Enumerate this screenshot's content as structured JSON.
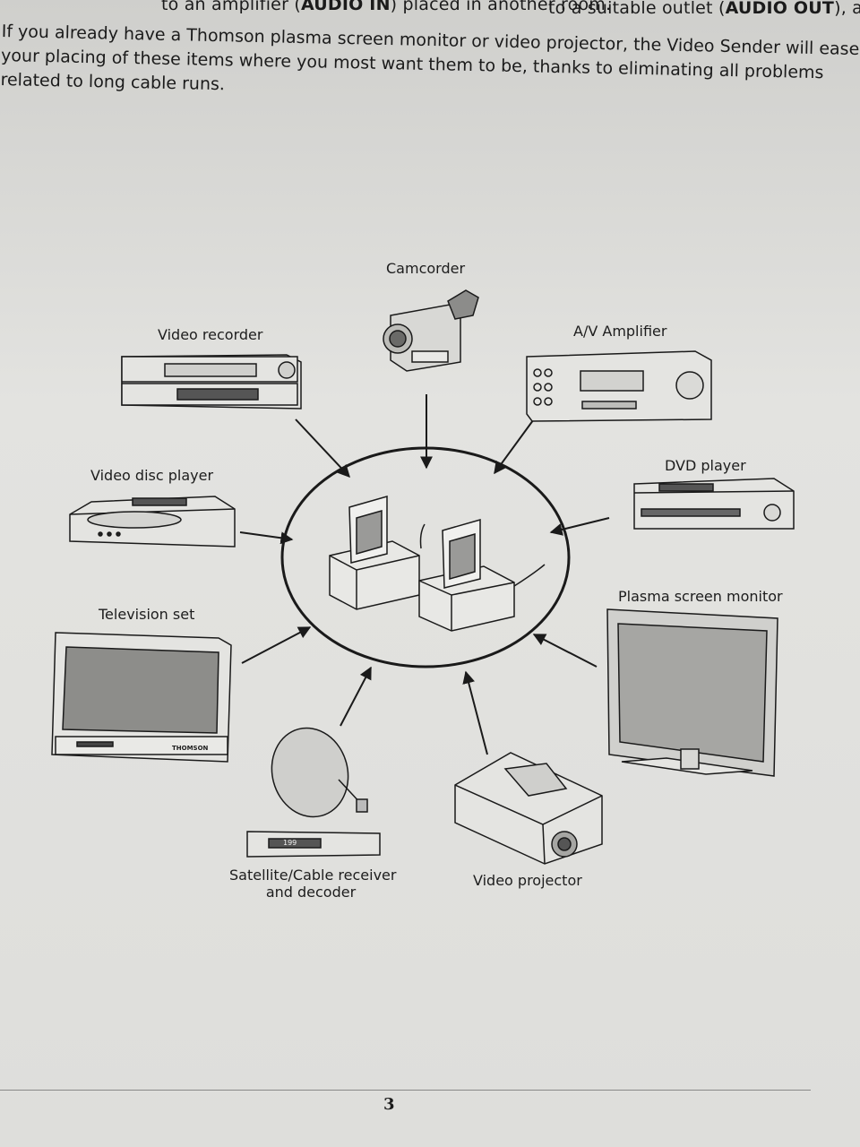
{
  "header": {
    "line1_pre": "to an amplifier (",
    "line1_audio_in": "AUDIO IN",
    "line1_mid": ") placed in another room.",
    "line1_right": "to a suitable outlet (",
    "line1_audio_out": "AUDIO OUT",
    "line1_end": "), and"
  },
  "paragraph": {
    "l1": "If you already have a Thomson plasma screen monitor or video projector, the Video Sender will ease",
    "l2": "your placing of these items where you most want them to be, thanks to eliminating all problems",
    "l3": "related to long cable runs."
  },
  "diagram": {
    "camcorder": "Camcorder",
    "video_recorder": "Video recorder",
    "av_amplifier": "A/V Amplifier",
    "video_disc_player": "Video disc player",
    "dvd_player": "DVD player",
    "television_set": "Television set",
    "plasma_monitor": "Plasma screen monitor",
    "satellite_l1": "Satellite/Cable receiver",
    "satellite_l2": "and decoder",
    "video_projector": "Video projector",
    "tv_brand": "THOMSON",
    "sat_display": "199"
  },
  "footer": {
    "page_number": "3"
  }
}
